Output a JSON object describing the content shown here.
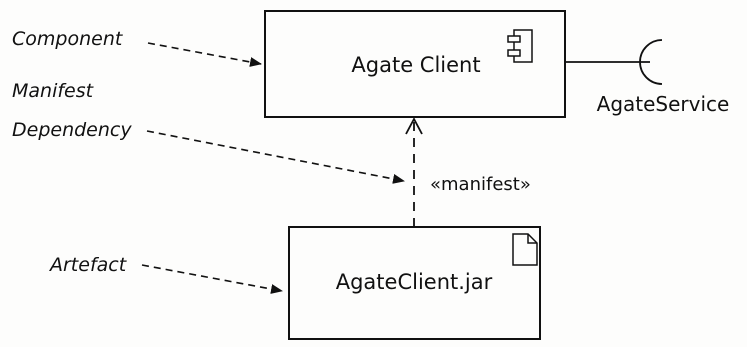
{
  "annotations": {
    "component": "Component",
    "manifest_line1": "Manifest",
    "manifest_line2": "Dependency",
    "artefact": "Artefact"
  },
  "component": {
    "name": "Agate Client",
    "icon": "component-icon"
  },
  "artifact": {
    "name": "AgateClient.jar",
    "icon": "document-icon"
  },
  "dependency": {
    "stereotype": "«manifest»"
  },
  "interface": {
    "name": "AgateService"
  }
}
